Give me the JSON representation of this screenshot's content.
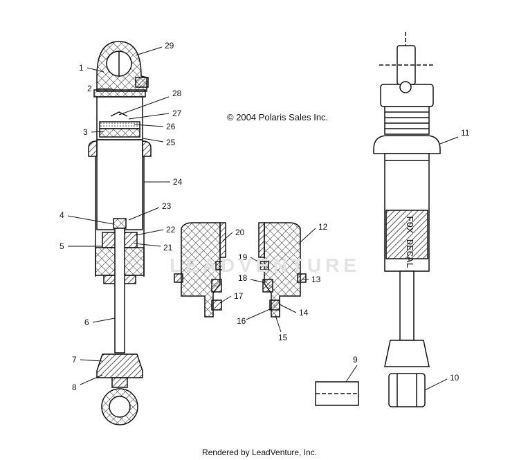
{
  "copyright": "© 2004 Polaris Sales Inc.",
  "footer": "Rendered by LeadVenture, Inc.",
  "watermark": "LEADVENTURE",
  "decal_text": "FOX DECAL",
  "callouts": [
    "1",
    "2",
    "3",
    "4",
    "5",
    "6",
    "7",
    "8",
    "9",
    "10",
    "11",
    "12",
    "13",
    "14",
    "15",
    "16",
    "17",
    "18",
    "19",
    "20",
    "21",
    "22",
    "23",
    "24",
    "25",
    "26",
    "27",
    "28",
    "29"
  ]
}
